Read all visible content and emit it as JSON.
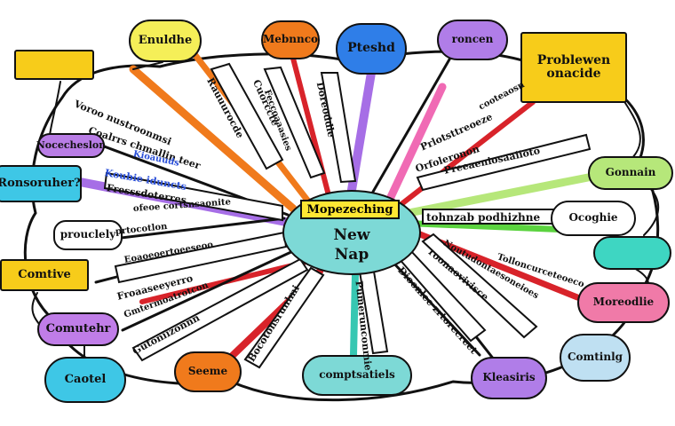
{
  "center": {
    "title": "Mopezeching",
    "line1": "New",
    "line2": "Nap",
    "fill": "#7dd9d6",
    "title_fill": "#ffe733"
  },
  "nodes": [
    {
      "id": "enuldhe",
      "text": "Enuldhe",
      "fill": "#f5ef58"
    },
    {
      "id": "mebnnco",
      "text": "Mebnnco",
      "fill": "#f07a1c"
    },
    {
      "id": "pteshd",
      "text": "Pteshd",
      "fill": "#2f7ee8"
    },
    {
      "id": "roncen",
      "text": "roncen",
      "fill": "#b07de8"
    },
    {
      "id": "problewen",
      "text": "Problewen onacide",
      "fill": "#f7cc1a"
    },
    {
      "id": "left-tab",
      "text": "",
      "fill": "#f7cc1a"
    },
    {
      "id": "nocecheslon",
      "text": "Nocecheslon",
      "fill": "#b97de6"
    },
    {
      "id": "ronsoruher",
      "text": "Ronsoruher?",
      "fill": "#3ec7e6"
    },
    {
      "id": "prouclely",
      "text": "prouclely",
      "fill": "#ffffff"
    },
    {
      "id": "comtive",
      "text": "Comtive",
      "fill": "#f7cc1a"
    },
    {
      "id": "comutehr",
      "text": "Comutehr",
      "fill": "#c07de8"
    },
    {
      "id": "caotel",
      "text": "Caotel",
      "fill": "#3ec7e6"
    },
    {
      "id": "seeme",
      "text": "Seeme",
      "fill": "#f07a1c"
    },
    {
      "id": "comptsatiels",
      "text": "comptsatiels",
      "fill": "#7dd9d6"
    },
    {
      "id": "kleasiris",
      "text": "Kleasiris",
      "fill": "#b07de8"
    },
    {
      "id": "comtinlg",
      "text": "Comtinlg",
      "fill": "#bfe0f2"
    },
    {
      "id": "moreodlie",
      "text": "Moreodlie",
      "fill": "#f07aa8"
    },
    {
      "id": "teal-right",
      "text": "",
      "fill": "#3ed6c2"
    },
    {
      "id": "ocoghie",
      "text": "Ocoghie",
      "fill": "#ffffff"
    },
    {
      "id": "gonnain",
      "text": "Gonnain",
      "fill": "#b6e77a"
    }
  ],
  "branch_labels": [
    {
      "id": "l1",
      "text": "Voroo nustroonmsi"
    },
    {
      "id": "l2",
      "text": "Coalrrs chmallin teer"
    },
    {
      "id": "l3",
      "text": "Koubie iduncts"
    },
    {
      "id": "l4",
      "text": "Fresssdoterres"
    },
    {
      "id": "l5",
      "text": "Kioauuds"
    },
    {
      "id": "l6",
      "text": "Rauuurocde"
    },
    {
      "id": "l7",
      "text": "Cuorccte"
    },
    {
      "id": "l8",
      "text": "Doreoddle"
    },
    {
      "id": "l9",
      "text": "Orfoleronon"
    },
    {
      "id": "l10",
      "text": "Prlotsttreoeze"
    },
    {
      "id": "l11",
      "text": "Preeaeniosaaiioto"
    },
    {
      "id": "l12",
      "text": "ofeoe cortsnsaonite"
    },
    {
      "id": "l13",
      "text": "Eoaoeoertoeeseoo"
    },
    {
      "id": "l14",
      "text": "tohnzab podhizhne"
    },
    {
      "id": "l15",
      "text": "Froaaseeyerro"
    },
    {
      "id": "l16",
      "text": "Gutoniizonnn"
    },
    {
      "id": "l17",
      "text": "Bocotonsrunlmi"
    },
    {
      "id": "l18",
      "text": "Pumerunconmie"
    },
    {
      "id": "l19",
      "text": "Dioonlee zrtorecreet"
    },
    {
      "id": "l20",
      "text": "roonaovivisce"
    },
    {
      "id": "l21",
      "text": "Noutudontaesoneioes"
    },
    {
      "id": "l22",
      "text": "Tolloncurceteoeco"
    },
    {
      "id": "l23",
      "text": "Gmtermoatrotcon"
    },
    {
      "id": "l24",
      "text": "Feccoaaasies"
    },
    {
      "id": "l25",
      "text": "cooteaosn"
    },
    {
      "id": "l26",
      "text": "prtocotlon"
    }
  ],
  "branch_colors": {
    "orange": "#f07a1c",
    "red": "#d8232a",
    "purple": "#a66ee6",
    "pink": "#f06ab4",
    "green": "#5bd33f",
    "teal": "#37c7b2",
    "blue": "#2f7ee8",
    "yellow": "#f7cc1a"
  }
}
